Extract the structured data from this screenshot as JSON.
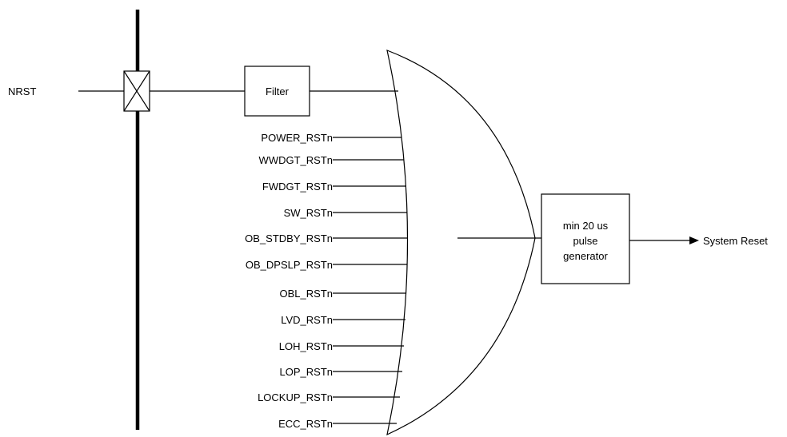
{
  "diagram": {
    "input_label": "NRST",
    "filter_label": "Filter",
    "reset_sources": [
      "POWER_RSTn",
      "WWDGT_RSTn",
      "FWDGT_RSTn",
      "SW_RSTn",
      "OB_STDBY_RSTn",
      "OB_DPSLP_RSTn",
      "OBL_RSTn",
      "LVD_RSTn",
      "LOH_RSTn",
      "LOP_RSTn",
      "LOCKUP_RSTn",
      "ECC_RSTn"
    ],
    "pulse_gen_lines": [
      "min 20 us",
      "pulse",
      "generator"
    ],
    "output_label": "System Reset"
  }
}
